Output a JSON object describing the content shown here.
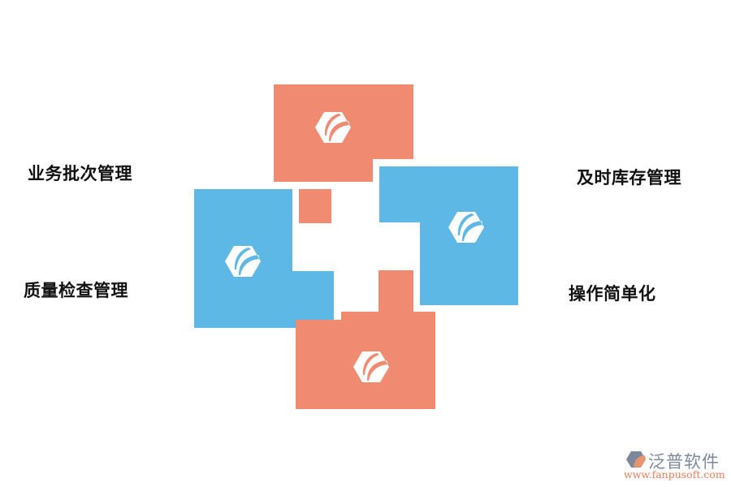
{
  "diagram": {
    "colors": {
      "orange": "#f08a70",
      "blue": "#5db8e5",
      "icon": "#ffffff",
      "text": "#111111"
    },
    "blocks": [
      {
        "id": "top",
        "color": "orange",
        "icon": "hexagon-leaf-icon"
      },
      {
        "id": "left",
        "color": "blue",
        "icon": "hexagon-leaf-icon"
      },
      {
        "id": "right",
        "color": "blue",
        "icon": "hexagon-leaf-icon"
      },
      {
        "id": "bottom",
        "color": "orange",
        "icon": "hexagon-leaf-icon"
      }
    ],
    "labels": {
      "top_left": "业务批次管理",
      "bottom_left": "质量检查管理",
      "top_right": "及时库存管理",
      "bottom_right": "操作简单化"
    }
  },
  "watermark": {
    "title": "泛普软件",
    "url": "www.fanpusoft.com"
  }
}
